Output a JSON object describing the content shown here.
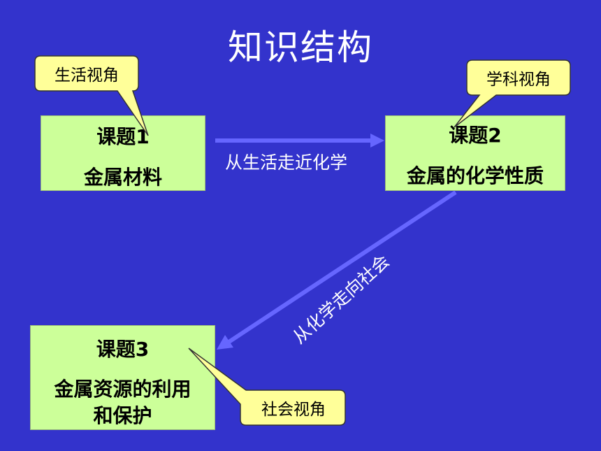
{
  "title": "知识结构",
  "boxes": {
    "topic1": {
      "heading": "课题1",
      "subject": "金属材料"
    },
    "topic2": {
      "heading": "课题2",
      "subject": "金属的化学性质"
    },
    "topic3": {
      "heading": "课题3",
      "subject_line1": "金属资源的利用",
      "subject_line2": "和保护"
    }
  },
  "callouts": {
    "life": "生活视角",
    "science": "学科视角",
    "society": "社会视角"
  },
  "arrows": {
    "life_to_chem": "从生活走近化学",
    "chem_to_society": "从化学走向社会"
  },
  "colors": {
    "background": "#3333CC",
    "box_fill": "#CCFF99",
    "callout_fill": "#FFFF99",
    "arrow": "#6666FF"
  }
}
